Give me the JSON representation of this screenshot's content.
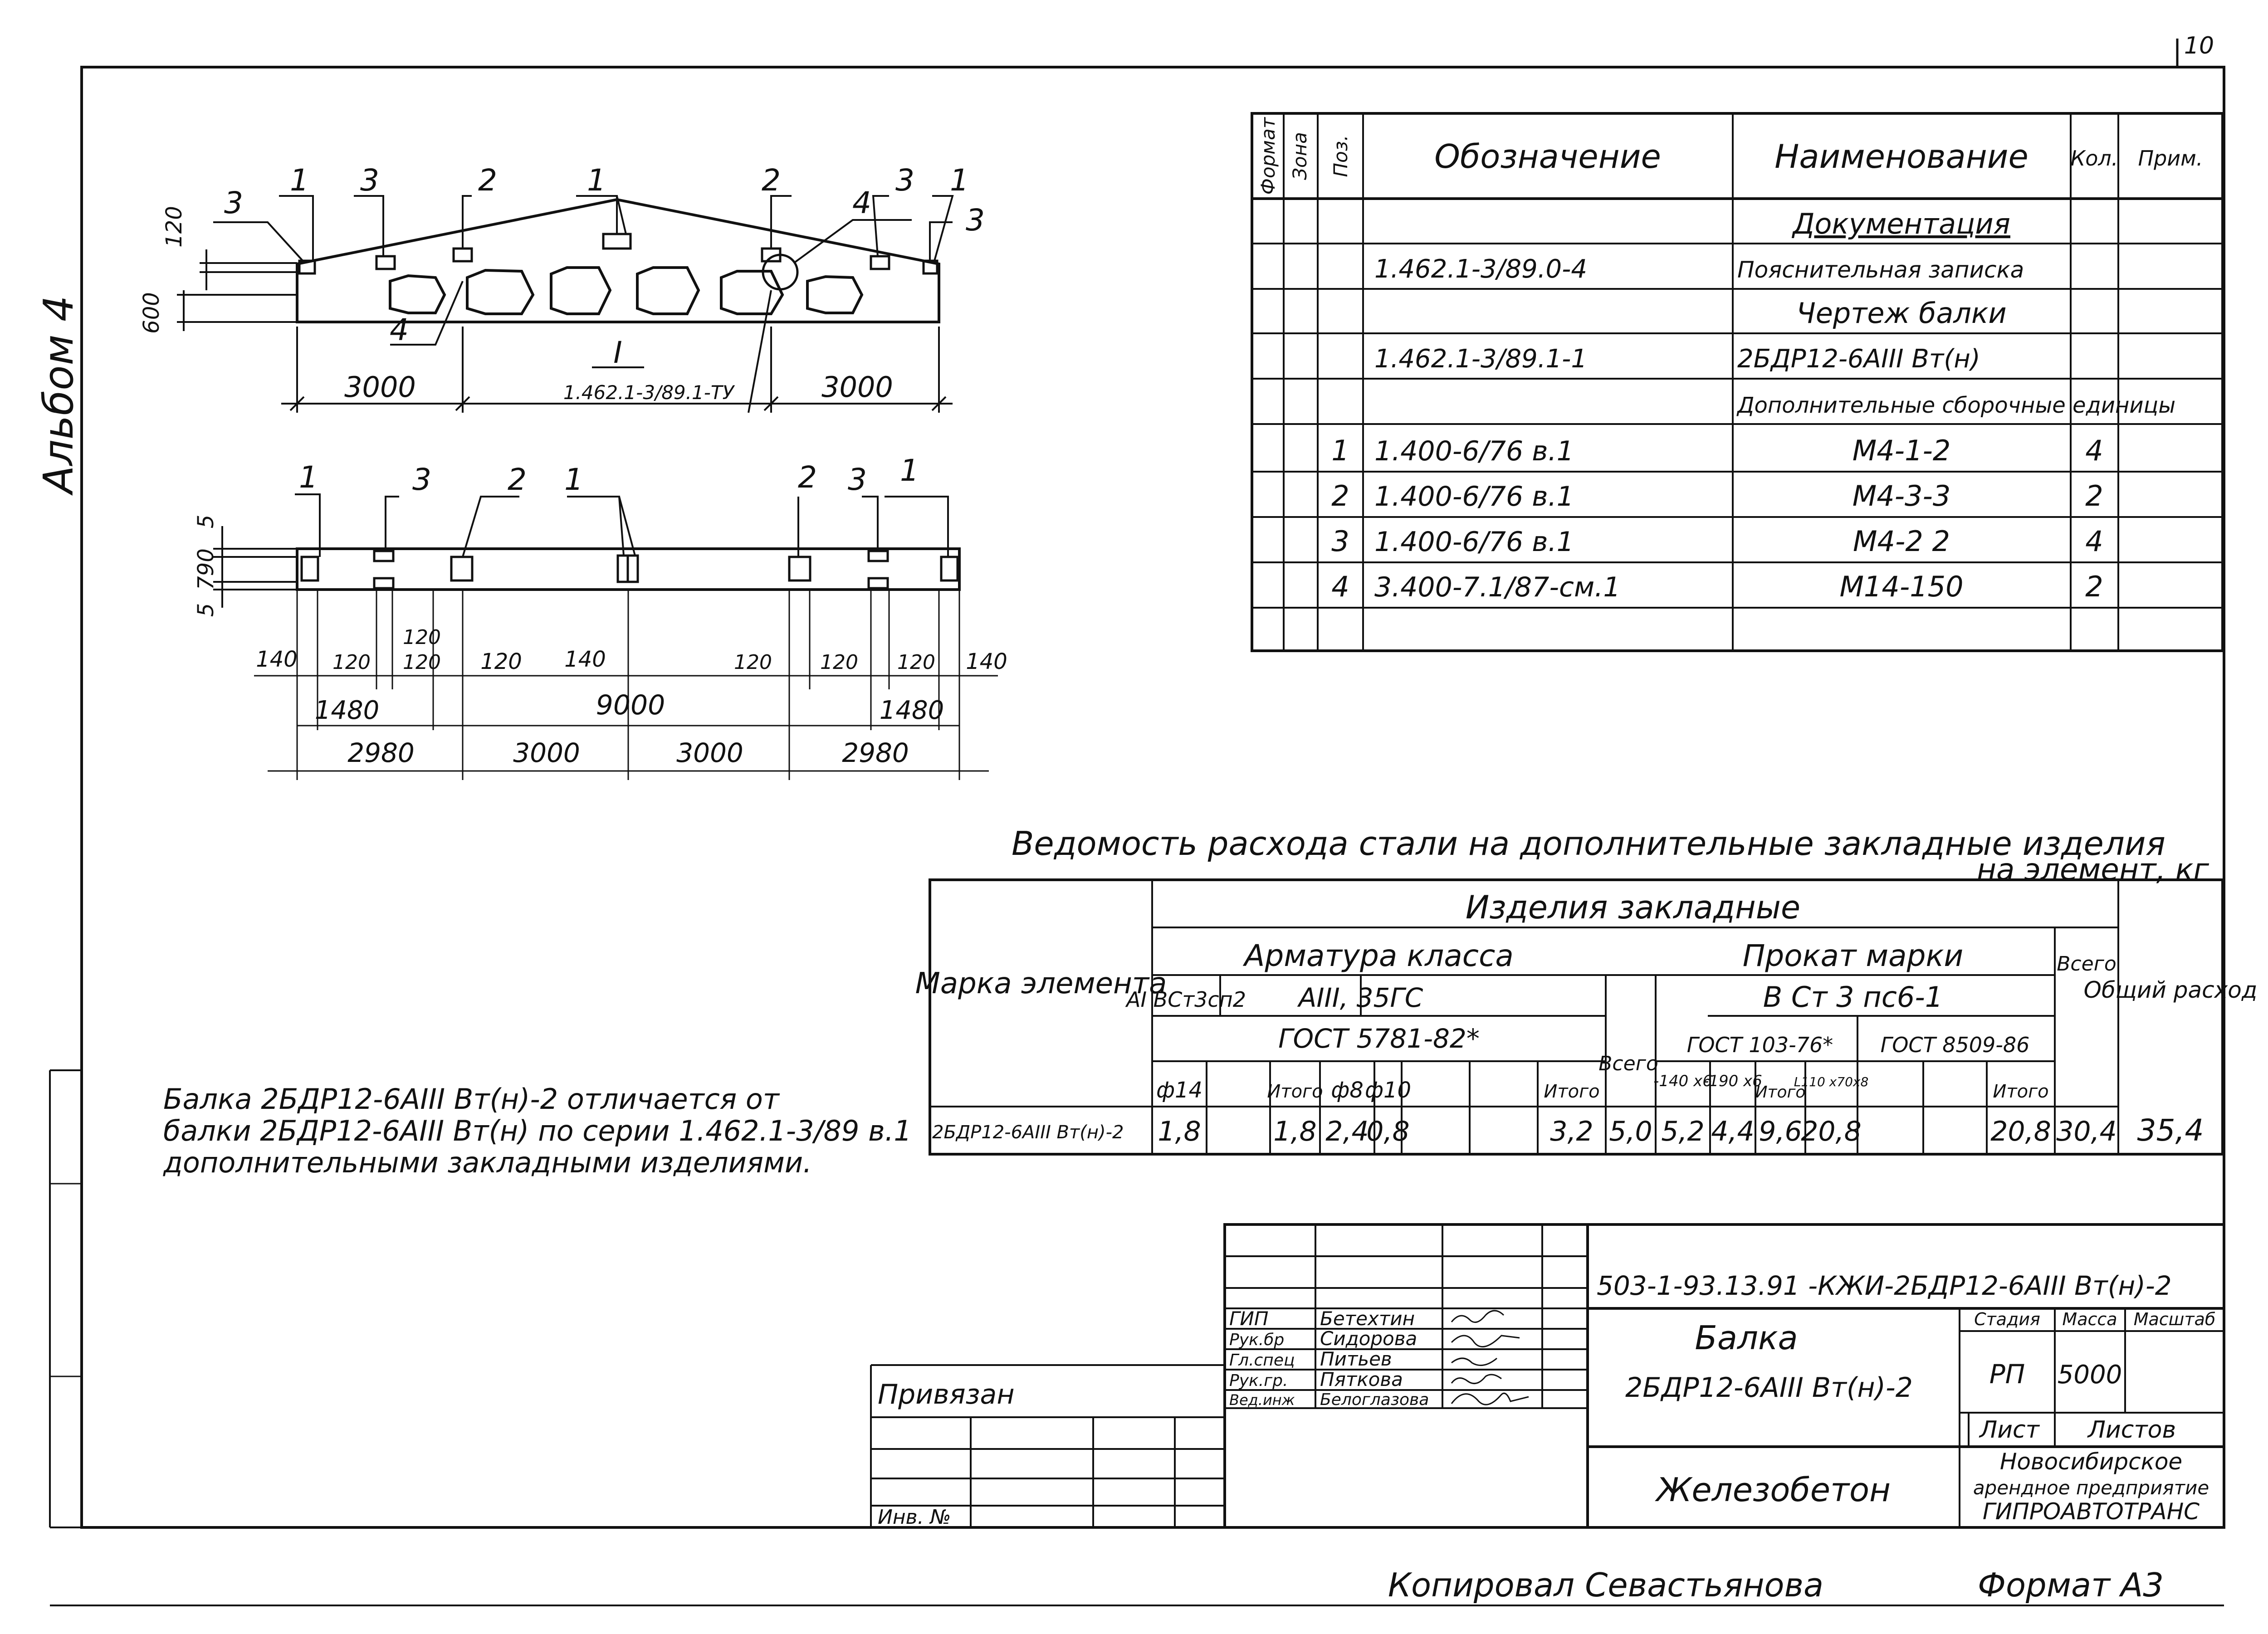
{
  "sheet": {
    "page_number": "10",
    "album_label": "Альбом 4",
    "copied_by": "Копировал Севастьянова",
    "format": "Формат А3"
  },
  "side_view": {
    "dims": {
      "d120": "120",
      "d600": "600",
      "left": "3000",
      "right": "3000"
    },
    "section_mark": "I",
    "section_ref": "1.462.1-3/89.1-ТУ",
    "callouts": [
      "3",
      "1",
      "3",
      "2",
      "1",
      "2",
      "4",
      "3",
      "1",
      "3",
      "4"
    ]
  },
  "top_view": {
    "callouts": [
      "1",
      "3",
      "2",
      "1",
      "2",
      "3",
      "1"
    ],
    "left_dims": [
      "5",
      "790",
      "5"
    ],
    "spacing_dims": [
      "140",
      "120",
      "120",
      "120",
      "120",
      "140",
      "120",
      "120",
      "120",
      "140"
    ],
    "dim_1480_left": "1480",
    "dim_9000": "9000",
    "dim_1480_right": "1480",
    "bottom_dims": [
      "2980",
      "3000",
      "3000",
      "2980"
    ]
  },
  "spec_table": {
    "headers": {
      "format": "Формат",
      "zone": "Зона",
      "pos": "Поз.",
      "designation": "Обозначение",
      "name": "Наименование",
      "qty": "Кол.",
      "note": "Прим."
    },
    "rows": [
      {
        "pos": "",
        "designation": "",
        "name": "Документация",
        "qty": ""
      },
      {
        "pos": "",
        "designation": "1.462.1-3/89.0-4",
        "name": "Пояснительная записка",
        "qty": ""
      },
      {
        "pos": "",
        "designation": "",
        "name": "Чертеж балки",
        "qty": ""
      },
      {
        "pos": "",
        "designation": "1.462.1-3/89.1-1",
        "name": "2БДР12-6АIII Вт(н)",
        "qty": ""
      },
      {
        "pos": "",
        "designation": "",
        "name": "Дополнительные сборочные единицы",
        "qty": ""
      },
      {
        "pos": "1",
        "designation": "1.400-6/76 в.1",
        "name": "М4-1-2",
        "qty": "4"
      },
      {
        "pos": "2",
        "designation": "1.400-6/76 в.1",
        "name": "М4-3-3",
        "qty": "2"
      },
      {
        "pos": "3",
        "designation": "1.400-6/76 в.1",
        "name": "М4-2 2",
        "qty": "4"
      },
      {
        "pos": "4",
        "designation": "3.400-7.1/87-см.1",
        "name": "М14-150",
        "qty": "2"
      }
    ]
  },
  "steel_table": {
    "title": "Ведомость расхода стали на дополнительные закладные изделия",
    "subtitle": "на элемент, кг",
    "h_mark": "Марка элемента",
    "h_embedded": "Изделия закладные",
    "h_rebar": "Арматура класса",
    "h_rolled": "Прокат марки",
    "h_total": "Всего",
    "h_overall": "Общий расход",
    "h_rebar_a1": "AI ВСт3сп2",
    "h_rebar_a3": "AIII, 35ГС",
    "h_rebar_gost": "ГОСТ 5781-82*",
    "h_rolled_steel": "В Ст 3 пс6-1",
    "h_gost103": "ГОСТ 103-76*",
    "h_gost8509": "ГОСТ 8509-86",
    "sub_cols": [
      "ф14",
      "",
      "Итого",
      "ф8",
      "ф10",
      "",
      "Итого",
      "",
      "-140 х6",
      "-190 х6",
      "Итого",
      "L110 х70х8",
      "",
      "Итого",
      "",
      ""
    ],
    "row": {
      "mark": "2БДР12-6АIII Вт(н)-2",
      "values": [
        "1,8",
        "",
        "1,8",
        "2,4",
        "0,8",
        "",
        "3,2",
        "5,0",
        "5,2",
        "4,4",
        "9,6",
        "20,8",
        "",
        "20,8",
        "30,4",
        "35,4"
      ]
    }
  },
  "note": {
    "line1": "Балка 2БДР12-6АIII Вт(н)-2 отличается от",
    "line2": "балки 2БДР12-6АIII Вт(н) по серии 1.462.1-3/89 в.1",
    "line3": "дополнительными закладными изделиями."
  },
  "title_block": {
    "doc_code": "503-1-93.13.91 -КЖИ-2БДР12-6АIII Вт(н)-2",
    "roles": [
      "ГИП",
      "Рук.бр",
      "Гл.спец",
      "Рук.гр.",
      "Вед.инж"
    ],
    "names": [
      "Бетехтин",
      "Сидорова",
      "Питьев",
      "Пяткова",
      "Белоглазова"
    ],
    "product_title": "Балка",
    "product_mark": "2БДР12-6АIII Вт(н)-2",
    "h_stage": "Стадия",
    "h_mass": "Масса",
    "h_scale": "Масштаб",
    "stage": "РП",
    "mass": "5000",
    "h_sheet": "Лист",
    "h_sheets": "Листов",
    "material": "Железобетон",
    "org_line1": "Новосибирское",
    "org_line2": "арендное предприятие",
    "org_line3": "ГИПРОАВТОТРАНС",
    "bound_label": "Привязан",
    "inv_label": "Инв. №"
  }
}
